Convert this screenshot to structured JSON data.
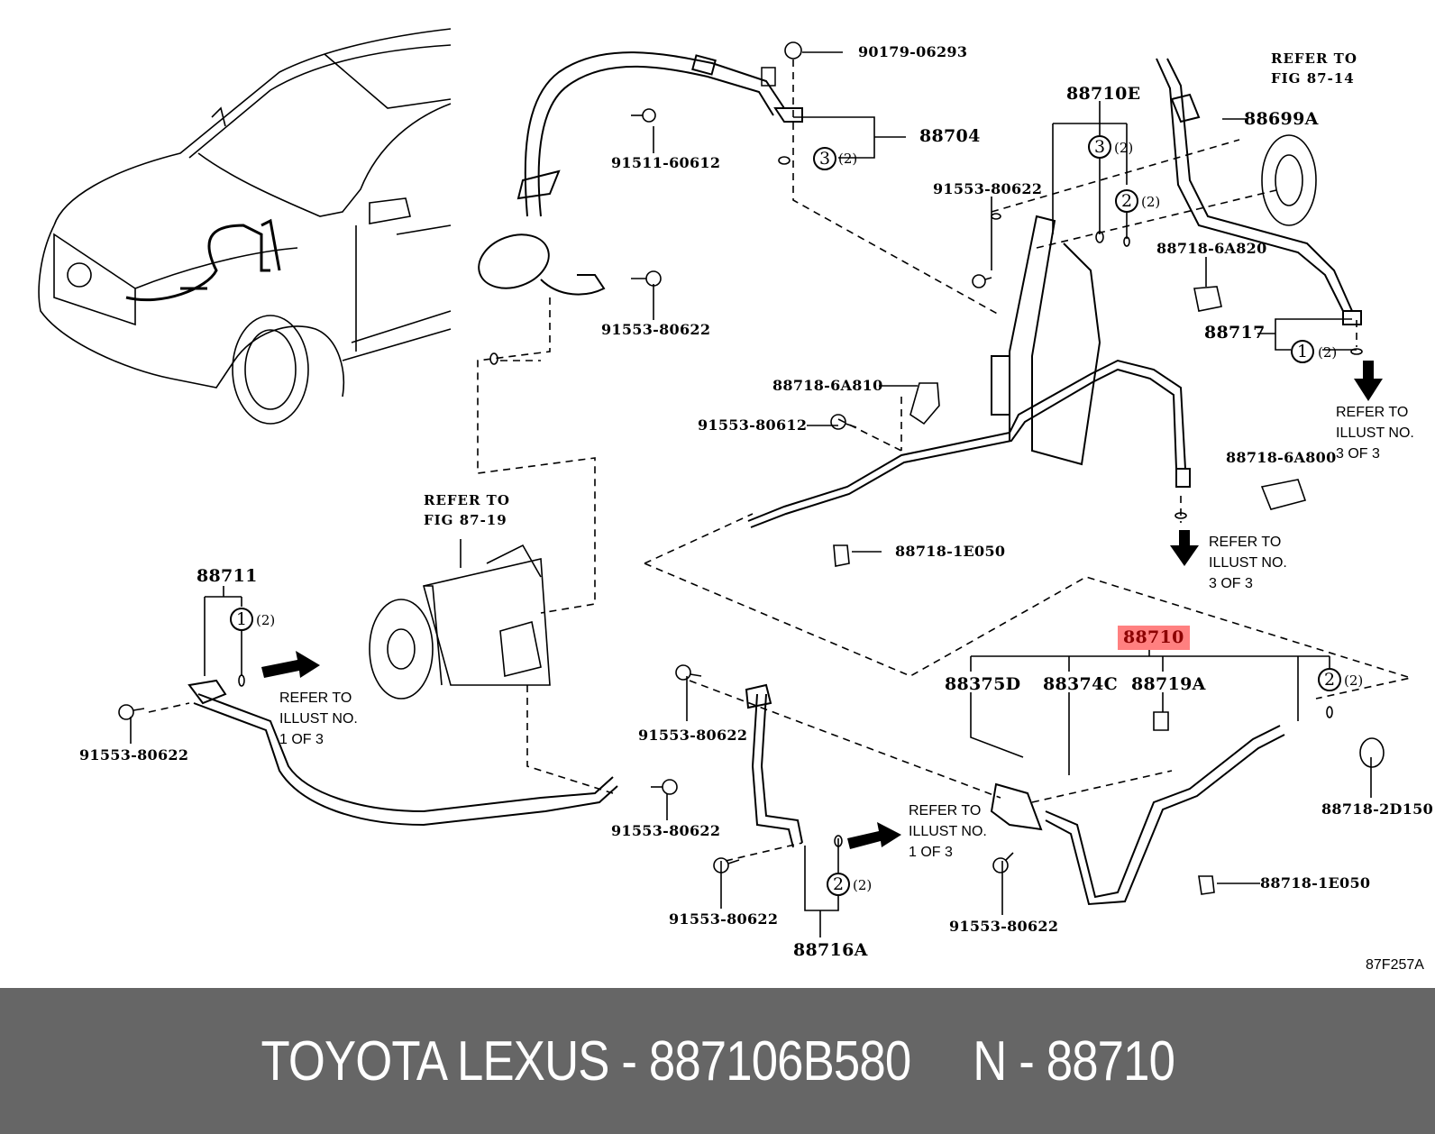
{
  "diagram": {
    "figure_code": "87F257A",
    "highlighted_part": "88710",
    "part_labels": {
      "p90179_06293": "90179-06293",
      "p88704": "88704",
      "p91511_60612": "91511-60612",
      "p91553_80622_top": "91553-80622",
      "p88710E": "88710E",
      "p91553_80622_mid": "91553-80622",
      "p88699A": "88699A",
      "p88718_6A820": "88718-6A820",
      "p88717": "88717",
      "p88718_6A810": "88718-6A810",
      "p91553_80612": "91553-80612",
      "p88718_6A800": "88718-6A800",
      "p88718_1E050_mid": "88718-1E050",
      "p88711": "88711",
      "p91553_80622_left": "91553-80622",
      "p91553_80622_c1": "91553-80622",
      "p91553_80622_c2": "91553-80622",
      "p91553_80622_c3": "91553-80622",
      "p88716A": "88716A",
      "p88710": "88710",
      "p88375D": "88375D",
      "p88374C": "88374C",
      "p88719A": "88719A",
      "p91553_80622_br": "91553-80622",
      "p88718_2D150": "88718-2D150",
      "p88718_1E050_br": "88718-1E050"
    },
    "callouts": {
      "c_88704": {
        "num": "3",
        "qty": "(2)"
      },
      "c_88710E_a": {
        "num": "3",
        "qty": "(2)"
      },
      "c_88710E_b": {
        "num": "2",
        "qty": "(2)"
      },
      "c_88717": {
        "num": "1",
        "qty": "(2)"
      },
      "c_88711": {
        "num": "1",
        "qty": "(2)"
      },
      "c_88716A": {
        "num": "2",
        "qty": "(2)"
      },
      "c_88710": {
        "num": "2",
        "qty": "(2)"
      }
    },
    "notes": {
      "fig_87_14": "REFER TO\nFIG 87-14",
      "fig_87_19": "REFER TO\nFIG 87-19",
      "illust_3_right": "REFER TO\nILLUST NO.\n3 OF 3",
      "illust_3_mid": "REFER TO\nILLUST NO.\n3 OF 3",
      "illust_1_left": "REFER TO\nILLUST NO.\n1 OF 3",
      "illust_1_mid": "REFER TO\nILLUST NO.\n1 OF 3"
    }
  },
  "footer": {
    "text": "TOYOTA LEXUS - 887106B580     N - 88710"
  }
}
